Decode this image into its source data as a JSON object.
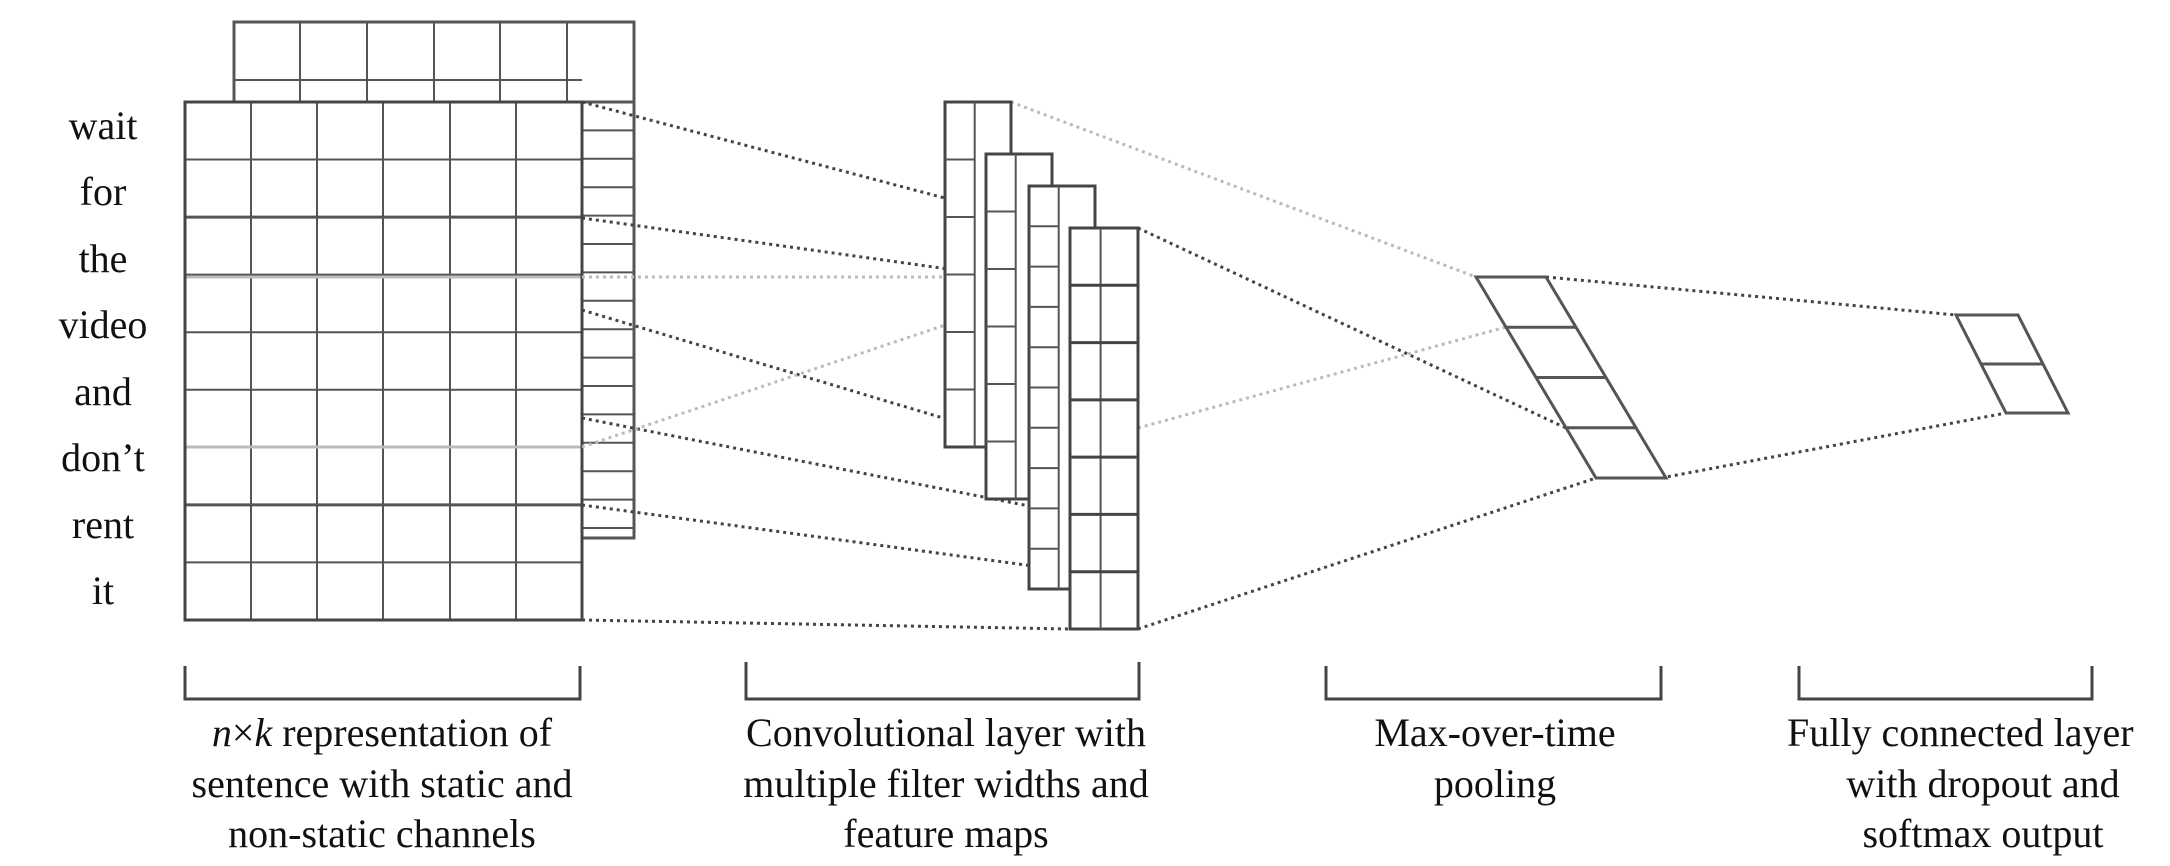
{
  "sentence_words": [
    "wait",
    "for",
    "the",
    "video",
    "and",
    "don’t",
    "rent",
    "it"
  ],
  "captions": {
    "input": {
      "var_n": "n",
      "times": "×",
      "var_k": "k",
      "line1_rest": " representation of",
      "line2": "sentence with static and",
      "line3": "non-static channels"
    },
    "conv": {
      "line1": "Convolutional layer with",
      "line2": "multiple filter widths and",
      "line3": "feature maps"
    },
    "pool": {
      "line1": "Max-over-time",
      "line2": "pooling"
    },
    "fc": {
      "line1": "Fully connected layer",
      "line2": "with dropout and",
      "line3": "softmax output"
    }
  },
  "colors": {
    "grid_line": "#555555",
    "grid_dark": "#444444",
    "grid_highlight": "#bbbbbb",
    "text": "#111111"
  }
}
